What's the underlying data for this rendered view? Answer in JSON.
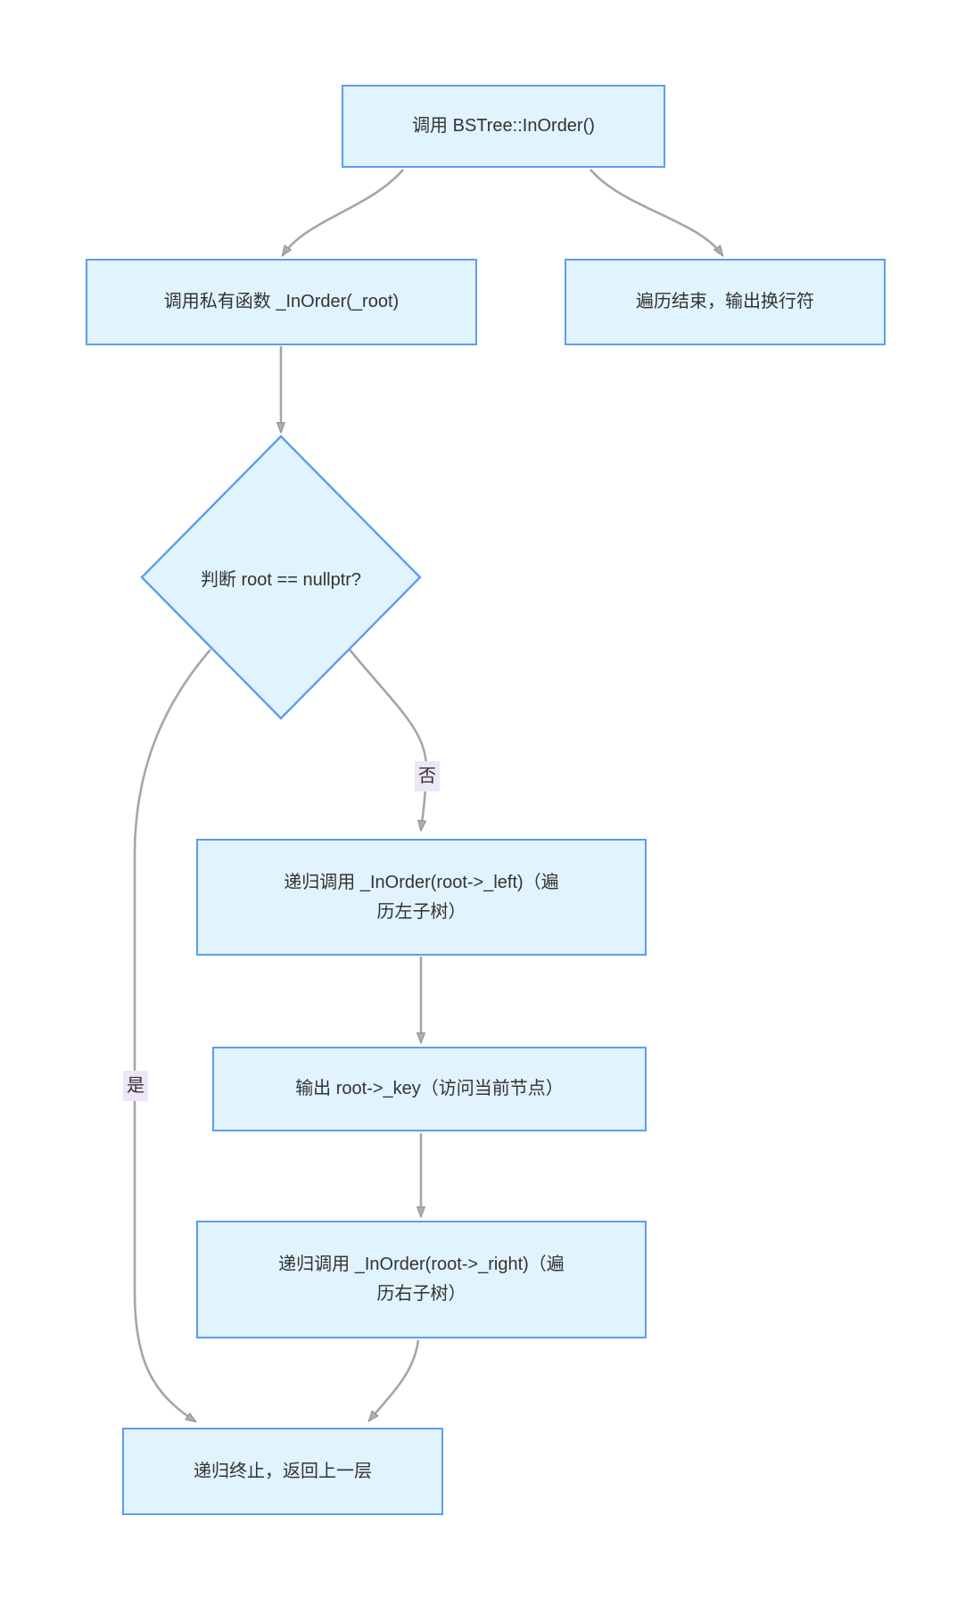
{
  "diagram": {
    "type": "flowchart",
    "nodes": [
      {
        "id": "start",
        "shape": "rect",
        "label": "调用 BSTree::InOrder()"
      },
      {
        "id": "call-private",
        "shape": "rect",
        "label": "调用私有函数 _InOrder(_root)"
      },
      {
        "id": "traversal-end",
        "shape": "rect",
        "label": "遍历结束，输出换行符"
      },
      {
        "id": "null-check",
        "shape": "diamond",
        "label": "判断 root == nullptr?"
      },
      {
        "id": "recurse-left",
        "shape": "rect",
        "label": "递归调用 _InOrder(root->_left)（遍\n历左子树）"
      },
      {
        "id": "visit-node",
        "shape": "rect",
        "label": "输出 root->_key（访问当前节点）"
      },
      {
        "id": "recurse-right",
        "shape": "rect",
        "label": "递归调用 _InOrder(root->_right)（遍\n历右子树）"
      },
      {
        "id": "recursion-return",
        "shape": "rect",
        "label": "递归终止，返回上一层"
      }
    ],
    "edges": [
      {
        "from": "start",
        "to": "call-private",
        "label": ""
      },
      {
        "from": "start",
        "to": "traversal-end",
        "label": ""
      },
      {
        "from": "call-private",
        "to": "null-check",
        "label": ""
      },
      {
        "from": "null-check",
        "to": "recurse-left",
        "label": "否"
      },
      {
        "from": "recurse-left",
        "to": "visit-node",
        "label": ""
      },
      {
        "from": "visit-node",
        "to": "recurse-right",
        "label": ""
      },
      {
        "from": "recurse-right",
        "to": "recursion-return",
        "label": ""
      },
      {
        "from": "null-check",
        "to": "recursion-return",
        "label": "是"
      }
    ],
    "edge_labels": {
      "no": "否",
      "yes": "是"
    },
    "colors": {
      "node_fill": "#e1f3fc",
      "node_border": "#5d9df0",
      "edge": "#a6a6a6",
      "arrowhead": "#afafaf",
      "edge_label_bg": "#ece6f7",
      "text": "#333333"
    }
  }
}
